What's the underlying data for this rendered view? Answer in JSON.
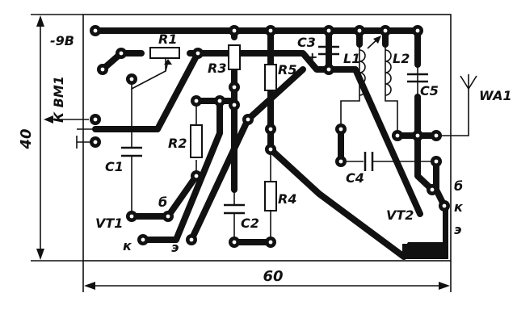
{
  "labels": {
    "supply": "-9B",
    "to_amp": "К ВМ1",
    "height_dim": "40",
    "width_dim": "60",
    "antenna": "WA1",
    "r1": "R1",
    "r2": "R2",
    "r3": "R3",
    "r4": "R4",
    "r5": "R5",
    "c1": "C1",
    "c2": "C2",
    "c3": "C3",
    "c4": "C4",
    "c5": "C5",
    "l1": "L1",
    "l2": "L2",
    "vt1": "VT1",
    "vt2": "VT2",
    "vt1_base": "б",
    "vt1_collector": "к",
    "vt1_emitter": "э",
    "vt2_base": "б",
    "vt2_collector": "к",
    "vt2_emitter": "э",
    "c3_polarity": "+"
  }
}
